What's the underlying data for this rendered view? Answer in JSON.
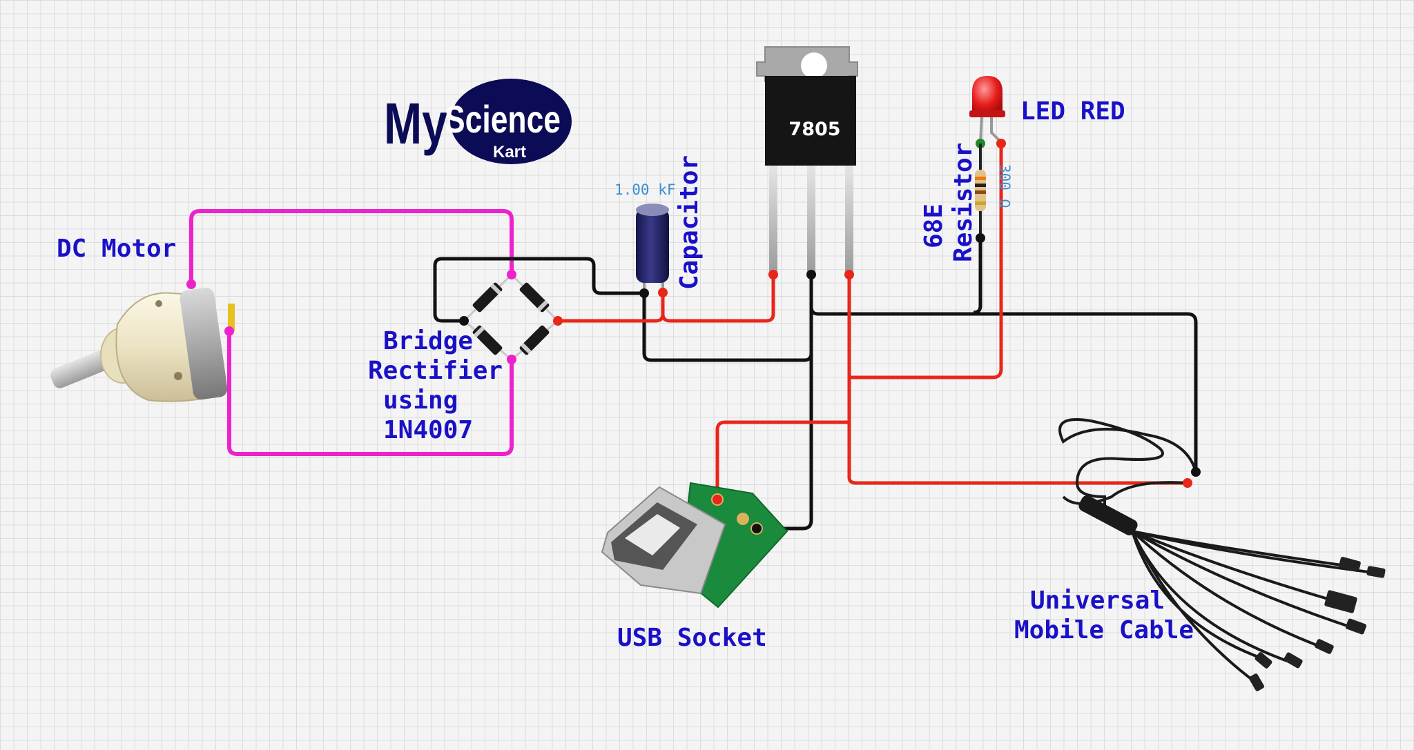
{
  "logo": {
    "word1": "My",
    "word2": "Science",
    "word3": "Kart"
  },
  "labels": {
    "dc_motor": "DC Motor",
    "bridge_line1": "Bridge",
    "bridge_line2": "Rectifier",
    "bridge_line3": "using",
    "bridge_line4": "1N4007",
    "capacitor": "Capacitor",
    "capacitor_value": "1.00 kF",
    "regulator": "7805",
    "led": "LED RED",
    "resistor_line1": "68E",
    "resistor_line2": "Resistor",
    "resistor_value": "300 Ω",
    "usb": "USB Socket",
    "cable_line1": "Universal",
    "cable_line2": "Mobile Cable"
  },
  "colors": {
    "label": "#1a10c8",
    "wire_ac": "#ee22cc",
    "wire_ground": "#111111",
    "wire_positive": "#e8261a"
  }
}
